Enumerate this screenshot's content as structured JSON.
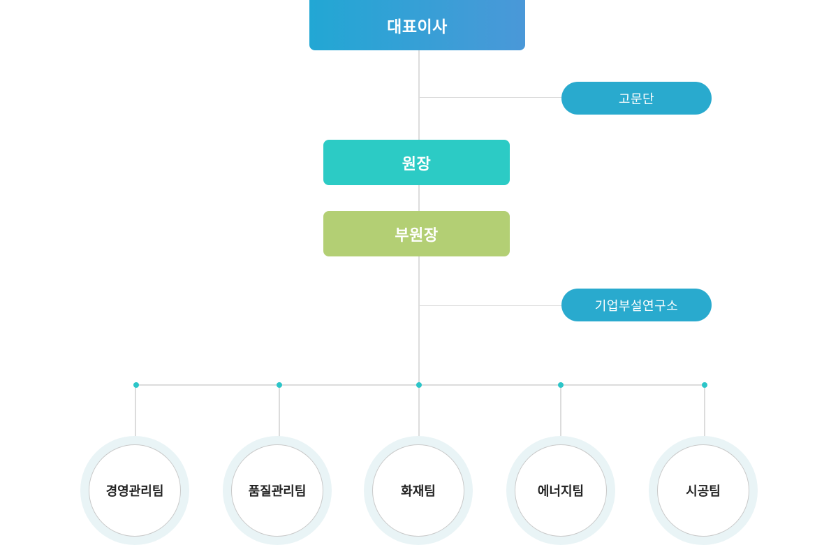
{
  "colors": {
    "ceo_gradient_start": "#22a7d4",
    "ceo_gradient_end": "#4a98d8",
    "director": "#2ccbc5",
    "vice_director": "#b3cf74",
    "pill": "#29aace",
    "connector_dot": "#2cc5c8"
  },
  "ceo": {
    "label": "대표이사"
  },
  "advisory": {
    "label": "고문단"
  },
  "director": {
    "label": "원장"
  },
  "vice_director": {
    "label": "부원장"
  },
  "research_lab": {
    "label": "기업부설연구소"
  },
  "teams": [
    {
      "label": "경영관리팀"
    },
    {
      "label": "품질관리팀"
    },
    {
      "label": "화재팀"
    },
    {
      "label": "에너지팀"
    },
    {
      "label": "시공팀"
    }
  ]
}
